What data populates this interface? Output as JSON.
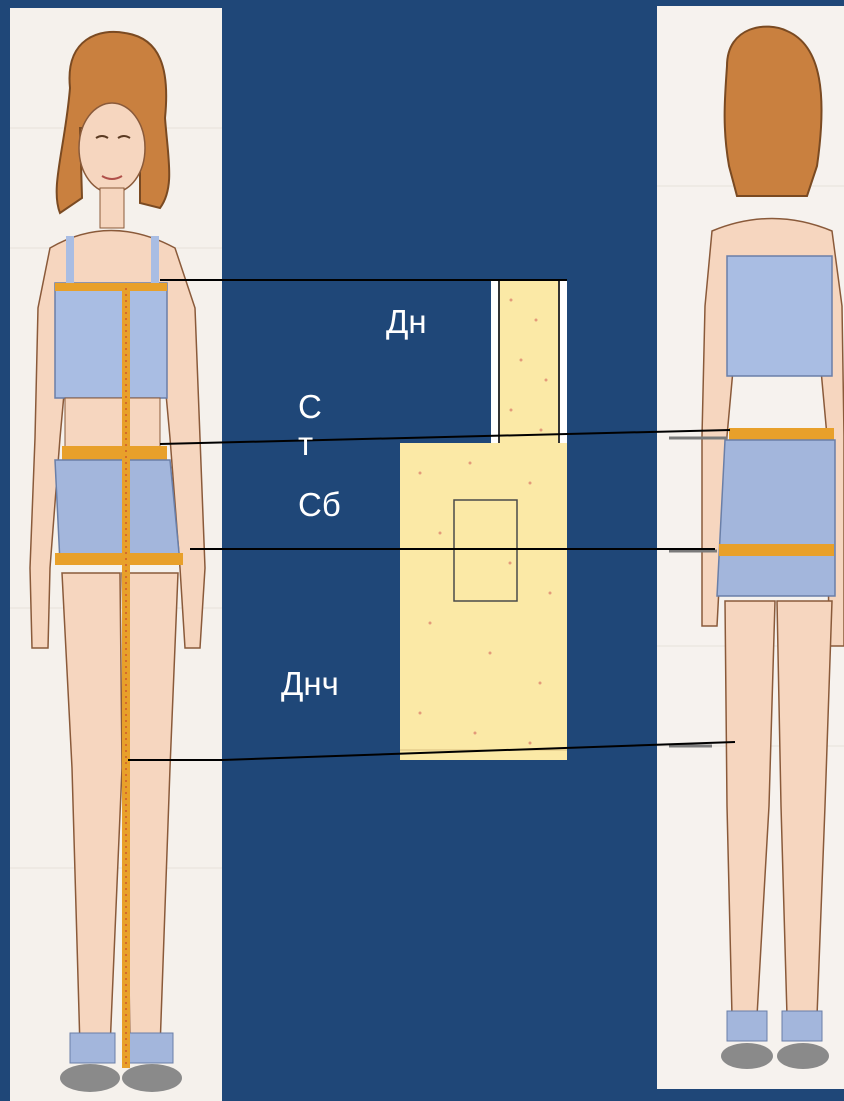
{
  "labels": {
    "dn": "Дн",
    "st": "С\nт",
    "sb": "Сб",
    "dnch": "Днч"
  },
  "colors": {
    "background": "#1f4778",
    "label_text": "#ffffff",
    "top_garment": "#a9bde3",
    "bottom_garment": "#a3b6dc",
    "skin": "#f6d6bf",
    "hair": "#c9803f",
    "tape_measure": "#e8a02a",
    "fabric": "#fbe9a6",
    "measure_line": "#000000"
  }
}
